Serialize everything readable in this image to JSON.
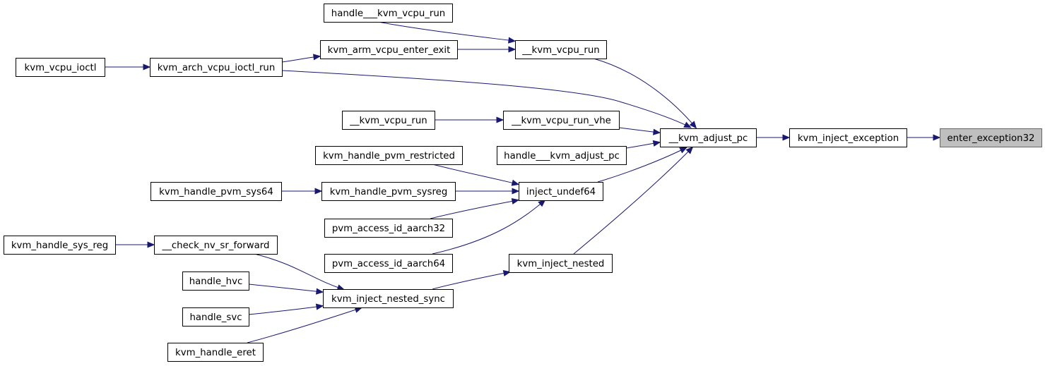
{
  "graph": {
    "nodes": [
      {
        "id": "enter_exception32",
        "label": "enter_exception32",
        "current": true
      },
      {
        "id": "kvm_inject_exception",
        "label": "kvm_inject_exception"
      },
      {
        "id": "__kvm_adjust_pc",
        "label": "__kvm_adjust_pc"
      },
      {
        "id": "__kvm_vcpu_run",
        "label": "__kvm_vcpu_run"
      },
      {
        "id": "handle___kvm_vcpu_run",
        "label": "handle___kvm_vcpu_run"
      },
      {
        "id": "kvm_arm_vcpu_enter_exit",
        "label": "kvm_arm_vcpu_enter_exit"
      },
      {
        "id": "kvm_arch_vcpu_ioctl_run",
        "label": "kvm_arch_vcpu_ioctl_run"
      },
      {
        "id": "kvm_vcpu_ioctl",
        "label": "kvm_vcpu_ioctl"
      },
      {
        "id": "__kvm_vcpu_run_vhe",
        "label": "__kvm_vcpu_run_vhe"
      },
      {
        "id": "__kvm_vcpu_run_2",
        "label": "__kvm_vcpu_run"
      },
      {
        "id": "handle___kvm_adjust_pc",
        "label": "handle___kvm_adjust_pc"
      },
      {
        "id": "inject_undef64",
        "label": "inject_undef64"
      },
      {
        "id": "kvm_handle_pvm_restricted",
        "label": "kvm_handle_pvm_restricted"
      },
      {
        "id": "kvm_handle_pvm_sysreg",
        "label": "kvm_handle_pvm_sysreg"
      },
      {
        "id": "kvm_handle_pvm_sys64",
        "label": "kvm_handle_pvm_sys64"
      },
      {
        "id": "pvm_access_id_aarch32",
        "label": "pvm_access_id_aarch32"
      },
      {
        "id": "pvm_access_id_aarch64",
        "label": "pvm_access_id_aarch64"
      },
      {
        "id": "kvm_inject_nested",
        "label": "kvm_inject_nested"
      },
      {
        "id": "kvm_inject_nested_sync",
        "label": "kvm_inject_nested_sync"
      },
      {
        "id": "__check_nv_sr_forward",
        "label": "__check_nv_sr_forward"
      },
      {
        "id": "kvm_handle_sys_reg",
        "label": "kvm_handle_sys_reg"
      },
      {
        "id": "handle_hvc",
        "label": "handle_hvc"
      },
      {
        "id": "handle_svc",
        "label": "handle_svc"
      },
      {
        "id": "kvm_handle_eret",
        "label": "kvm_handle_eret"
      }
    ],
    "edges": [
      {
        "from": "kvm_inject_exception",
        "to": "enter_exception32"
      },
      {
        "from": "__kvm_adjust_pc",
        "to": "kvm_inject_exception"
      },
      {
        "from": "__kvm_vcpu_run",
        "to": "__kvm_adjust_pc"
      },
      {
        "from": "kvm_arch_vcpu_ioctl_run",
        "to": "__kvm_adjust_pc"
      },
      {
        "from": "__kvm_vcpu_run_vhe",
        "to": "__kvm_adjust_pc"
      },
      {
        "from": "handle___kvm_adjust_pc",
        "to": "__kvm_adjust_pc"
      },
      {
        "from": "inject_undef64",
        "to": "__kvm_adjust_pc"
      },
      {
        "from": "kvm_inject_nested",
        "to": "__kvm_adjust_pc"
      },
      {
        "from": "handle___kvm_vcpu_run",
        "to": "__kvm_vcpu_run"
      },
      {
        "from": "kvm_arm_vcpu_enter_exit",
        "to": "__kvm_vcpu_run"
      },
      {
        "from": "kvm_arch_vcpu_ioctl_run",
        "to": "kvm_arm_vcpu_enter_exit"
      },
      {
        "from": "kvm_vcpu_ioctl",
        "to": "kvm_arch_vcpu_ioctl_run"
      },
      {
        "from": "__kvm_vcpu_run_2",
        "to": "__kvm_vcpu_run_vhe"
      },
      {
        "from": "kvm_handle_pvm_restricted",
        "to": "inject_undef64"
      },
      {
        "from": "kvm_handle_pvm_sysreg",
        "to": "inject_undef64"
      },
      {
        "from": "pvm_access_id_aarch32",
        "to": "inject_undef64"
      },
      {
        "from": "pvm_access_id_aarch64",
        "to": "inject_undef64"
      },
      {
        "from": "kvm_handle_pvm_sys64",
        "to": "kvm_handle_pvm_sysreg"
      },
      {
        "from": "kvm_inject_nested_sync",
        "to": "kvm_inject_nested"
      },
      {
        "from": "__check_nv_sr_forward",
        "to": "kvm_inject_nested_sync"
      },
      {
        "from": "handle_hvc",
        "to": "kvm_inject_nested_sync"
      },
      {
        "from": "handle_svc",
        "to": "kvm_inject_nested_sync"
      },
      {
        "from": "kvm_handle_eret",
        "to": "kvm_inject_nested_sync"
      },
      {
        "from": "kvm_handle_sys_reg",
        "to": "__check_nv_sr_forward"
      }
    ],
    "colors": {
      "edge": "#191970",
      "node_fill": "#ffffff",
      "node_border": "#000000",
      "current_fill": "#bfbfbf",
      "current_border": "#666666"
    }
  }
}
